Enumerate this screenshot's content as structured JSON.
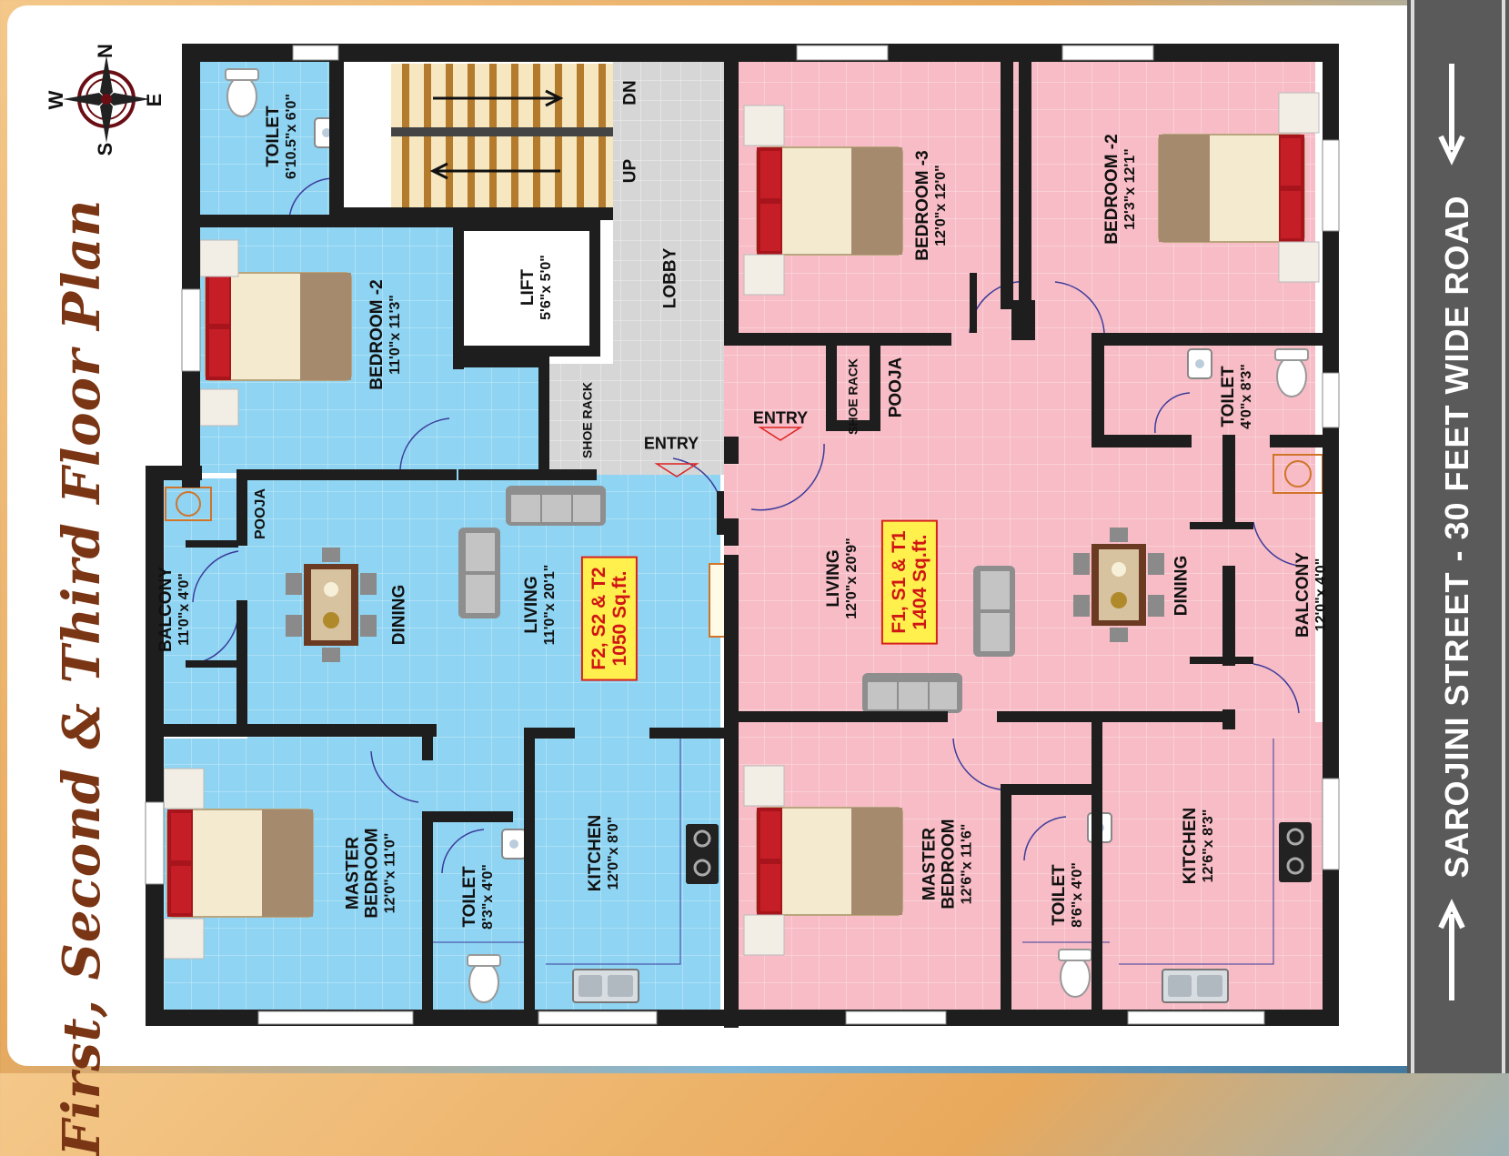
{
  "title": "First, Second & Third Floor Plan",
  "road_label": "SAROJINI STREET - 30 FEET WIDE ROAD",
  "compass": {
    "n": "N",
    "s": "S",
    "e": "E",
    "w": "W"
  },
  "colors": {
    "blue_unit": "#8fd4f2",
    "pink_unit": "#f7bcc5",
    "wall": "#1e1e1e",
    "lobby": "#d6d6d6",
    "title": "#7a3514",
    "road": "#5a5a5a",
    "area_bg": "#fff04d",
    "area_text": "#d01515"
  },
  "unit_left": {
    "area_lines": [
      "F2, S2 & T2",
      "1050 Sq.ft."
    ],
    "rooms": {
      "toilet_top": {
        "name": "TOILET",
        "dim": "6'10.5\"x 6'0\""
      },
      "bedroom2": {
        "name": "BEDROOM -2",
        "dim": "11'0\"x 11'3\""
      },
      "balcony": {
        "name": "BALCONY",
        "dim": "11'0\"x 4'0\""
      },
      "pooja": {
        "name": "POOJA"
      },
      "dining": {
        "name": "DINING"
      },
      "living": {
        "name": "LIVING",
        "dim": "11'0\"x 20'1\""
      },
      "master_bedroom": {
        "name1": "MASTER",
        "name2": "BEDROOM",
        "dim": "12'0\"x 11'0\""
      },
      "toilet_bottom": {
        "name": "TOILET",
        "dim": "8'3\"x 4'0\""
      },
      "kitchen": {
        "name": "KITCHEN",
        "dim": "12'0\"x 8'0\""
      }
    }
  },
  "common": {
    "stairs_up": "UP",
    "stairs_dn": "DN",
    "lift": {
      "name": "LIFT",
      "dim": "5'6\"x 5'0\""
    },
    "lobby": "LOBBY",
    "shoe_rack": "SHOE RACK",
    "entry": "ENTRY"
  },
  "unit_right": {
    "area_lines": [
      "F1, S1 & T1",
      "1404 Sq.ft."
    ],
    "rooms": {
      "bedroom3": {
        "name": "BEDROOM -3",
        "dim": "12'0\"x 12'0\""
      },
      "bedroom2": {
        "name": "BEDROOM -2",
        "dim": "12'3\"x 12'1\""
      },
      "entry": "ENTRY",
      "shoe_rack": "SHOE RACK",
      "pooja": {
        "name": "POOJA"
      },
      "toilet_top": {
        "name": "TOILET",
        "dim": "4'0\"x 8'3\""
      },
      "living": {
        "name": "LIVING",
        "dim": "12'0\"x 20'9\""
      },
      "dining": {
        "name": "DINING"
      },
      "balcony": {
        "name": "BALCONY",
        "dim": "12'0\"x 4'0\""
      },
      "master_bedroom": {
        "name1": "MASTER",
        "name2": "BEDROOM",
        "dim": "12'6\"x 11'6\""
      },
      "toilet_bottom": {
        "name": "TOILET",
        "dim": "8'6\"x 4'0\""
      },
      "kitchen": {
        "name": "KITCHEN",
        "dim": "12'6\"x 8'3\""
      }
    }
  }
}
